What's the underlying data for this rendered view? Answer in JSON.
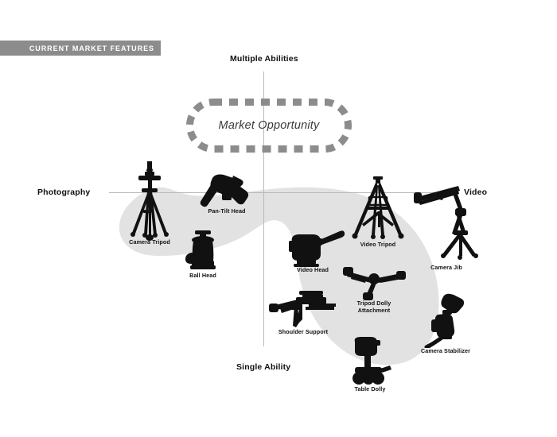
{
  "banner": {
    "label": "CURRENT MARKET FEATURES",
    "background_color": "#8c8c8c",
    "text_color": "#ffffff"
  },
  "axes": {
    "top_label": "Multiple Abilities",
    "bottom_label": "Single Ability",
    "left_label": "Photography",
    "right_label": "Video",
    "line_color": "#b9b9b9"
  },
  "opportunity": {
    "label": "Market Opportunity",
    "dash_color": "#8c8c8c",
    "text_color": "#3b3b3b"
  },
  "blob": {
    "fill_color": "#e2e2e2"
  },
  "products": [
    {
      "id": "camera-tripod",
      "label": "Camera Tripod"
    },
    {
      "id": "pan-tilt-head",
      "label": "Pan-Tilt Head"
    },
    {
      "id": "ball-head",
      "label": "Ball Head"
    },
    {
      "id": "video-head",
      "label": "Video Head"
    },
    {
      "id": "shoulder-support",
      "label": "Shoulder Support"
    },
    {
      "id": "tripod-dolly-attachment",
      "label": "Tripod Dolly Attachment"
    },
    {
      "id": "video-tripod",
      "label": "Video Tripod"
    },
    {
      "id": "camera-jib",
      "label": "Camera Jib"
    },
    {
      "id": "camera-stabilizer",
      "label": "Camera Stabilizer"
    },
    {
      "id": "table-dolly",
      "label": "Table Dolly"
    }
  ]
}
